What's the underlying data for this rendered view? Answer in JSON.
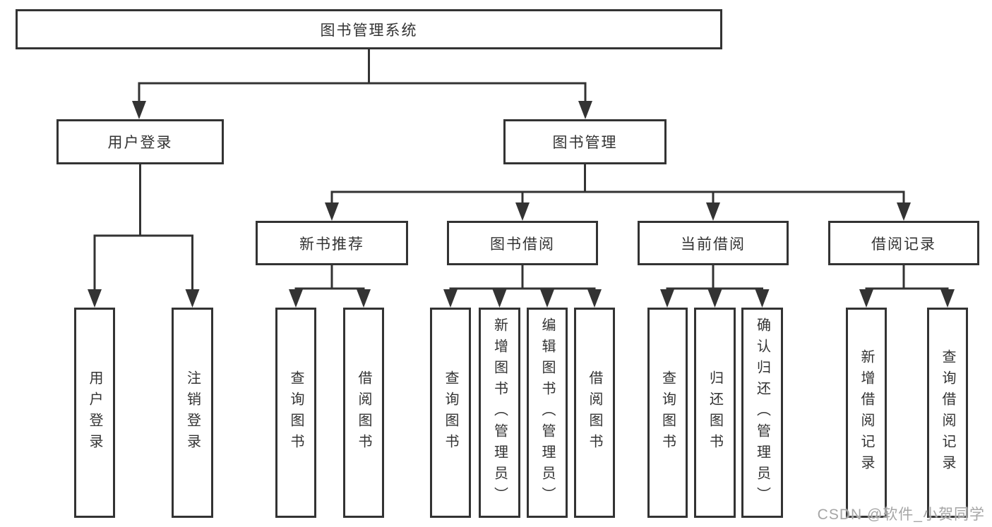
{
  "colors": {
    "line": "#333333",
    "box_fill": "#ffffff",
    "box_text": "#333333",
    "watermark_text": "#a6a6a6",
    "background": "#ffffff"
  },
  "tree": {
    "root": "图书管理系统",
    "branches": [
      {
        "label": "用户登录",
        "children": [
          "用户登录",
          "注销登录"
        ]
      },
      {
        "label": "图书管理",
        "sections": [
          {
            "label": "新书推荐",
            "children": [
              "查询图书",
              "借阅图书"
            ]
          },
          {
            "label": "图书借阅",
            "children": [
              "查询图书",
              "新增图书（管理员）",
              "编辑图书（管理员）",
              "借阅图书"
            ]
          },
          {
            "label": "当前借阅",
            "children": [
              "查询图书",
              "归还图书",
              "确认归还（管理员）"
            ]
          },
          {
            "label": "借阅记录",
            "children": [
              "新增借阅记录",
              "查询借阅记录"
            ]
          }
        ]
      }
    ]
  },
  "watermark": "CSDN @软件_小贺同学"
}
